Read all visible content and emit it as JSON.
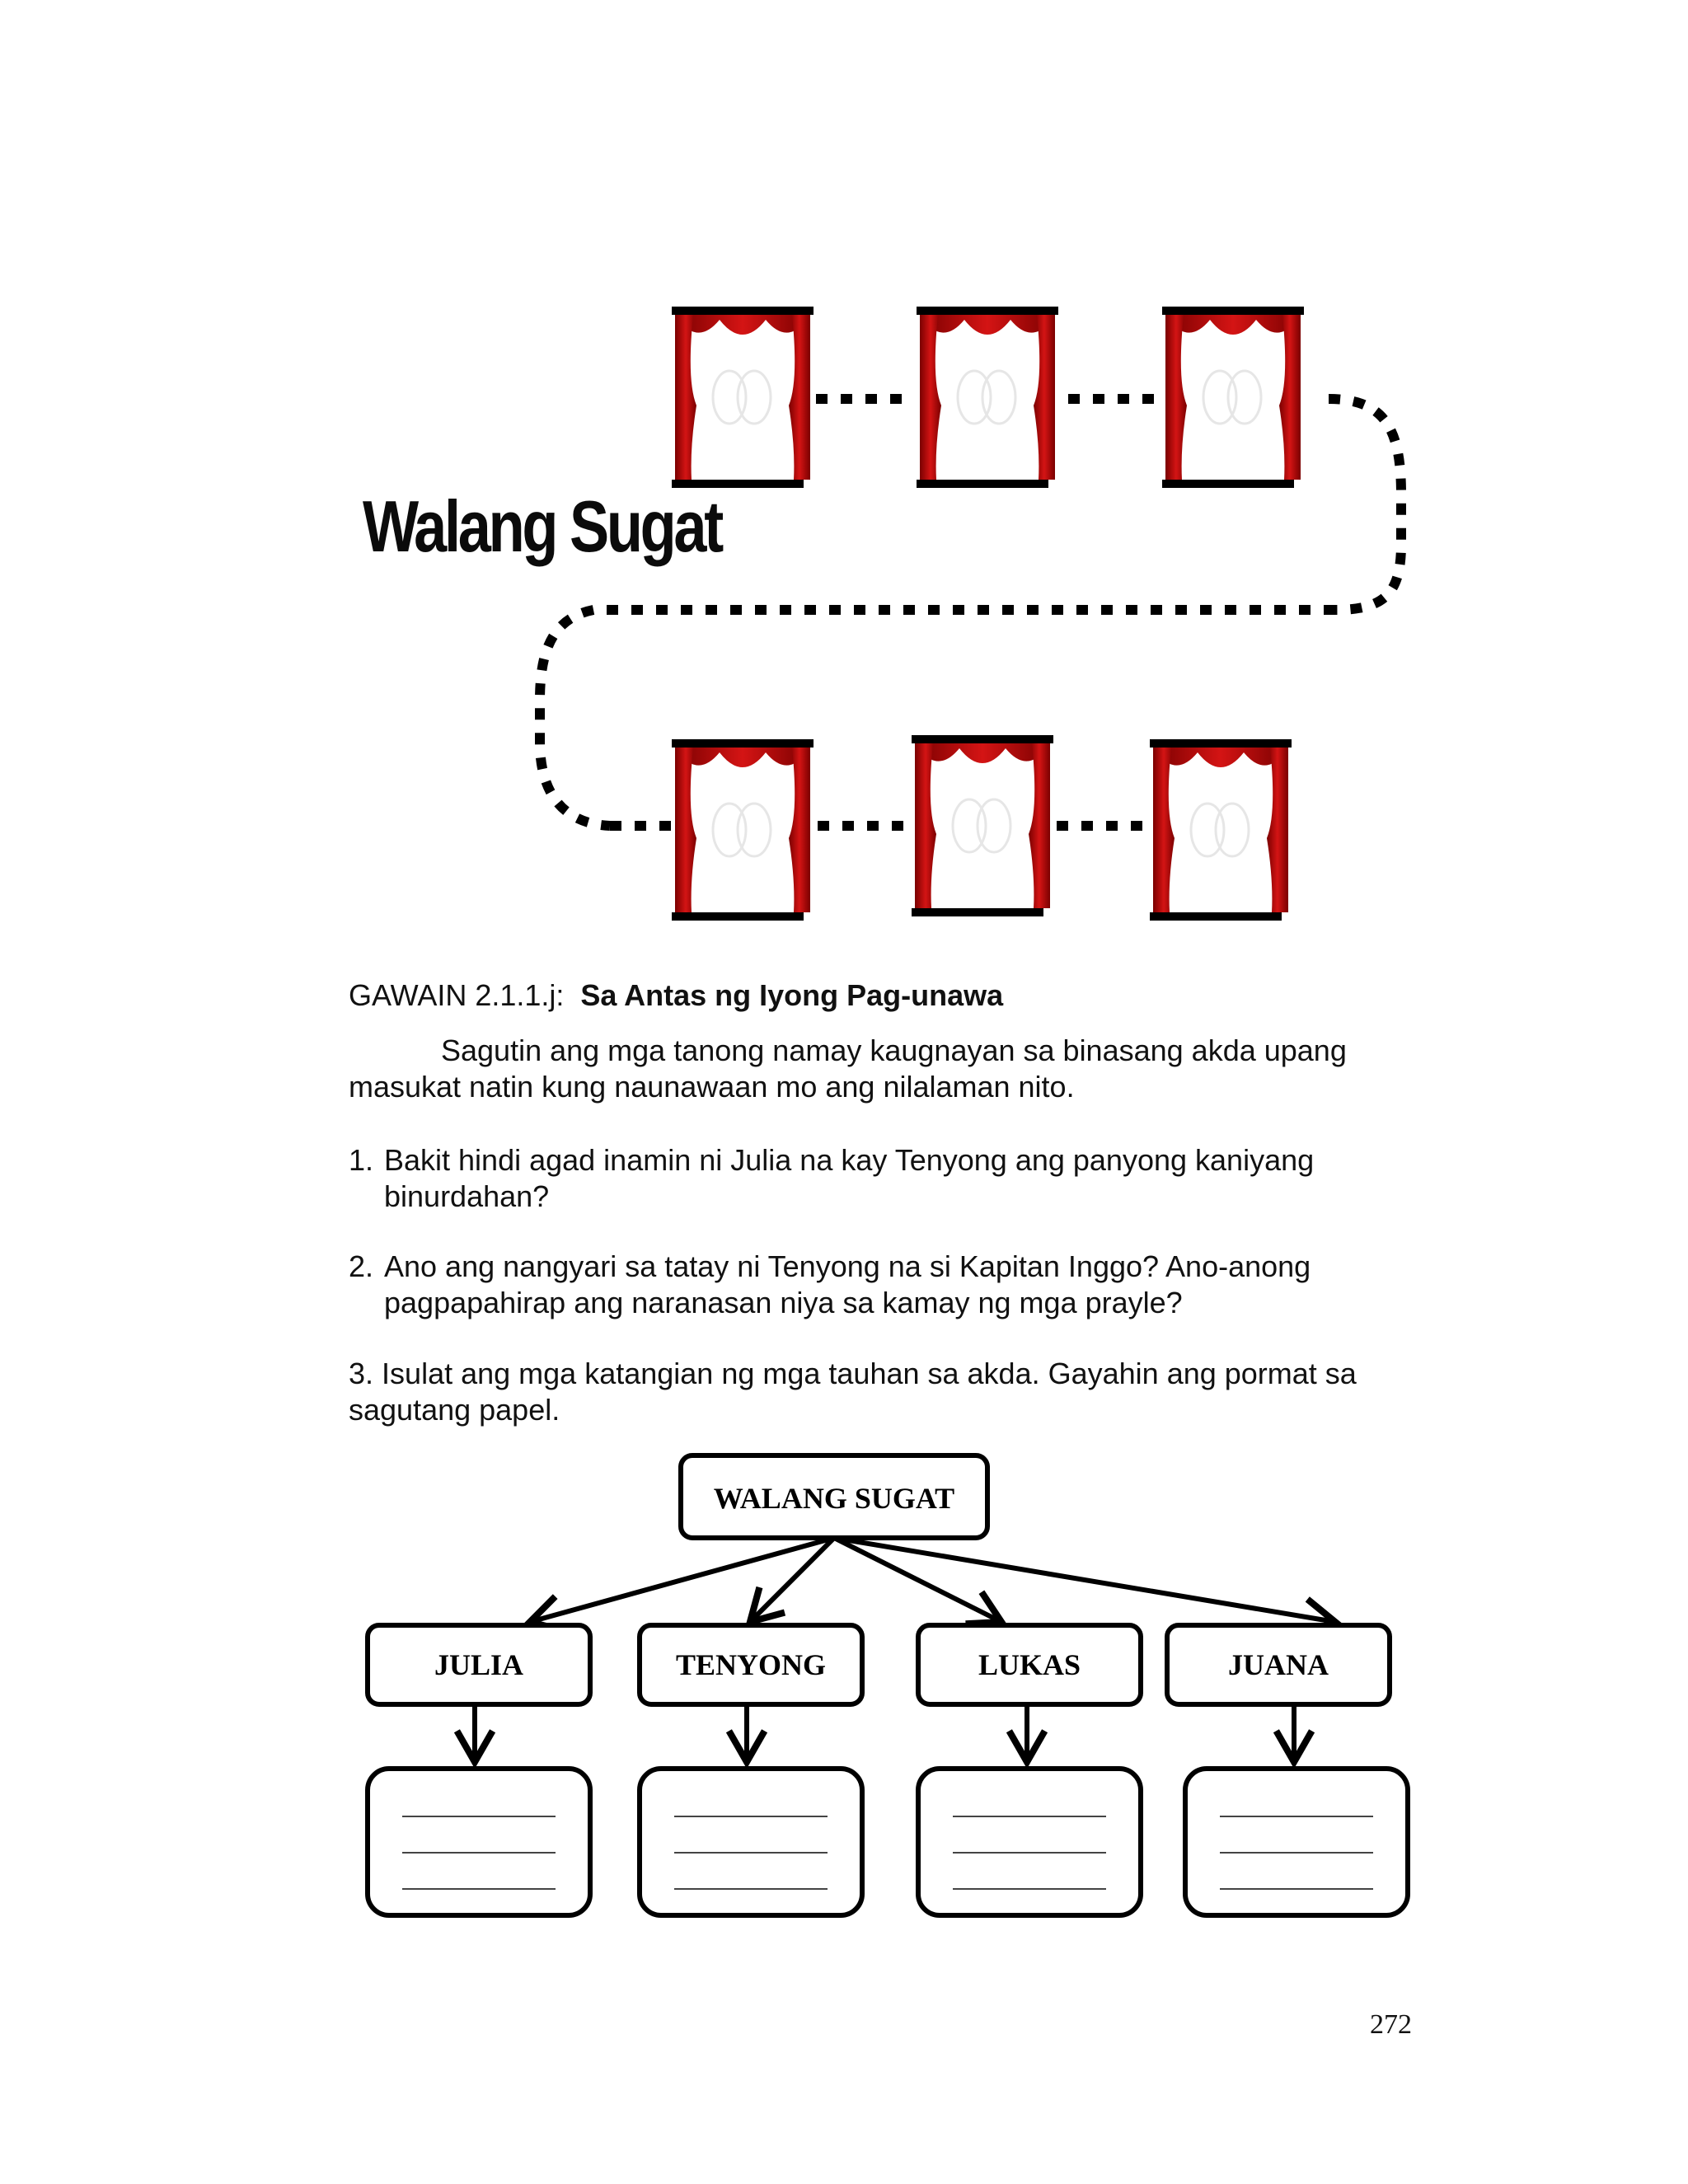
{
  "graphic": {
    "title": "Walang Sugat"
  },
  "activity": {
    "code": "GAWAIN 2.1.1.j:",
    "title": "Sa Antas ng Iyong Pag-unawa",
    "intro": "Sagutin ang mga tanong  namay kaugnayan sa binasang akda upang masukat natin kung naunawaan mo ang nilalaman nito.",
    "questions": [
      {
        "num": "1.",
        "text": "Bakit hindi agad inamin ni Julia na kay Tenyong ang panyong kaniyang binurdahan?"
      },
      {
        "num": "2.",
        "text": "Ano ang nangyari sa tatay ni Tenyong na si Kapitan Inggo? Ano-anong pagpapahirap ang naranasan niya sa kamay ng mga prayle?"
      },
      {
        "num": "3.",
        "text": "Isulat ang mga  katangian ng mga tauhan  sa akda. Gayahin ang pormat sa sagutang papel."
      }
    ]
  },
  "diagram": {
    "root": "WALANG SUGAT",
    "characters": [
      "JULIA",
      "TENYONG",
      "LUKAS",
      "JUANA"
    ]
  },
  "page_number": "272"
}
